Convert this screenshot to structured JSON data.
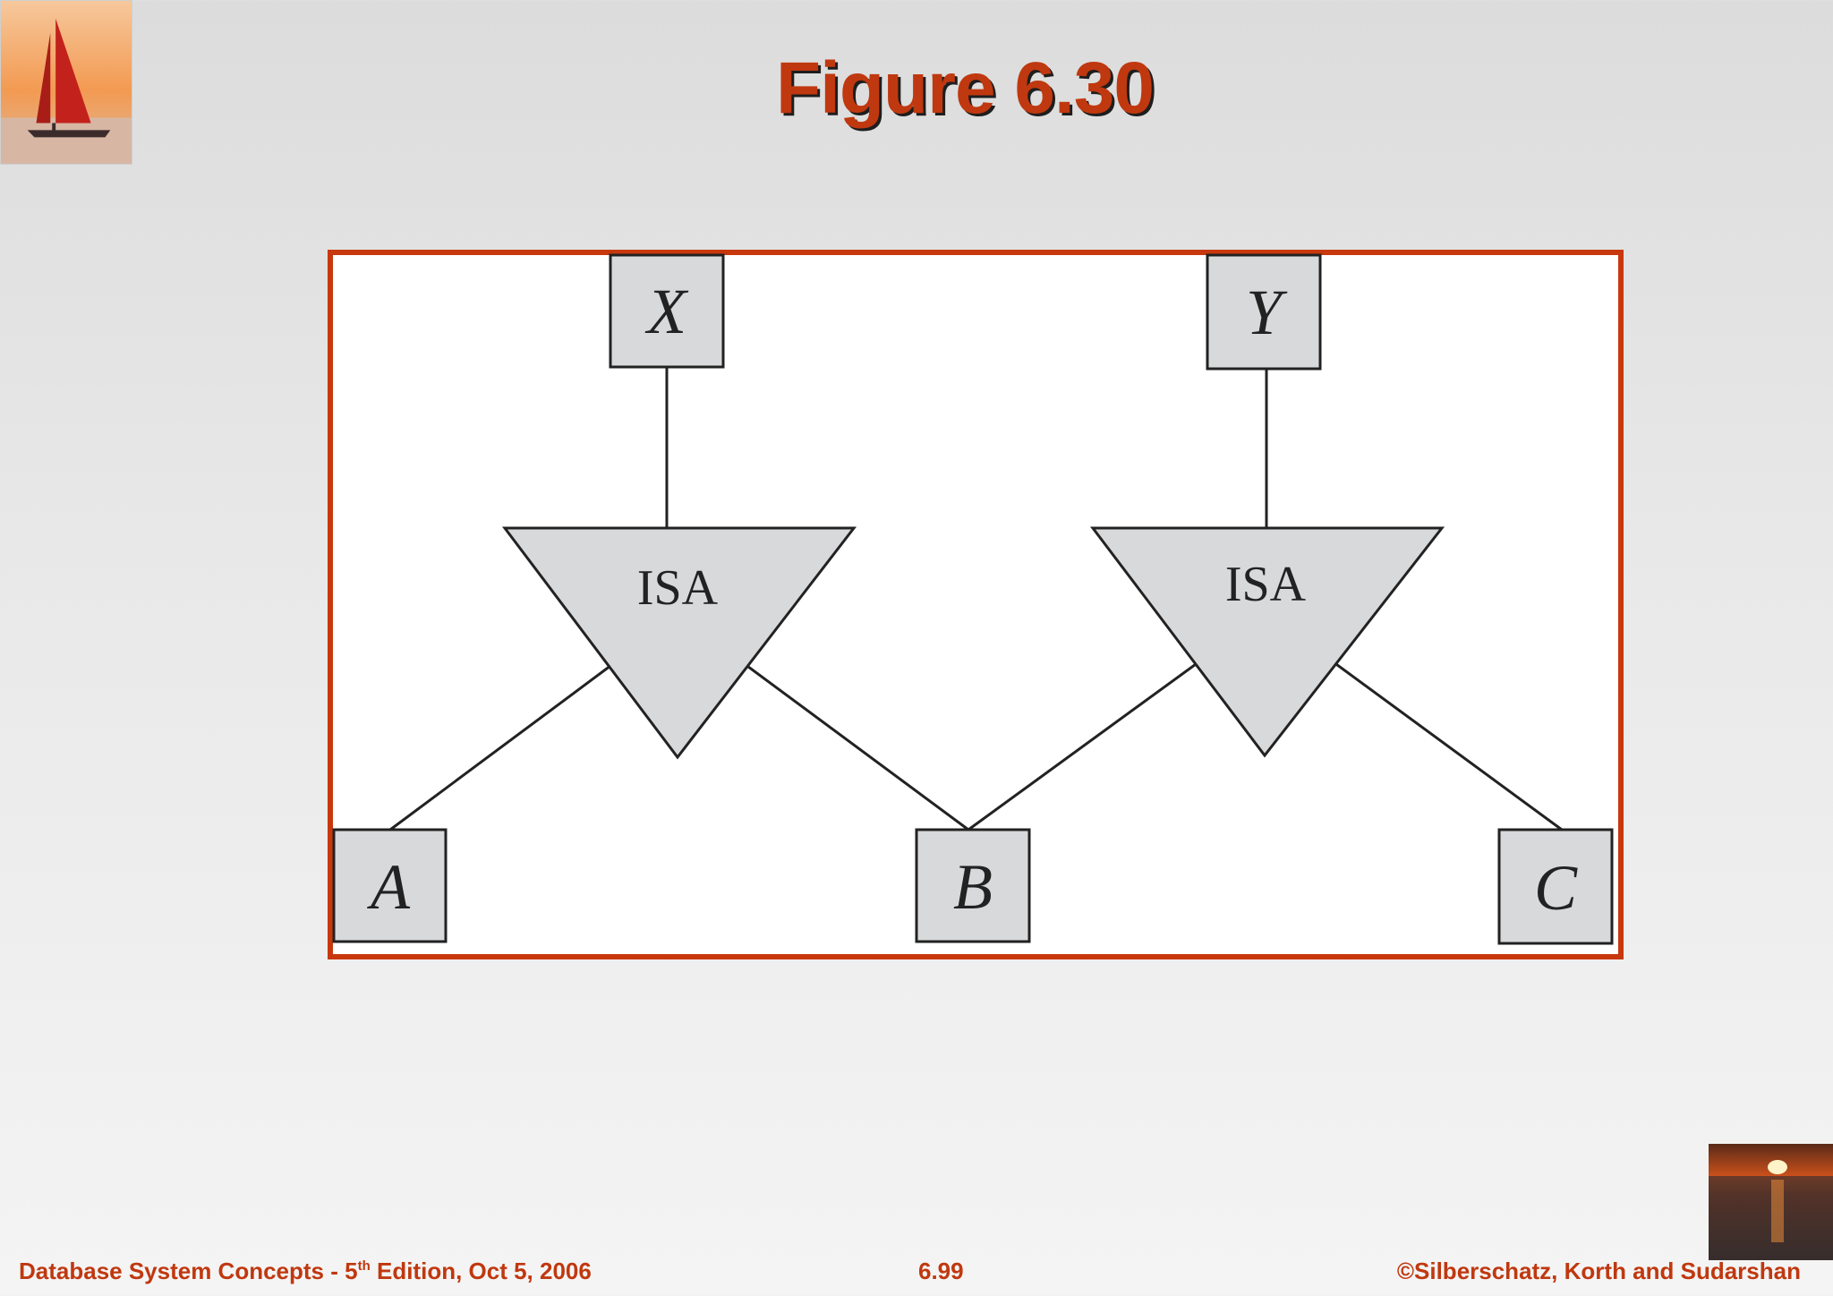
{
  "slide": {
    "title": "Figure 6.30"
  },
  "diagram": {
    "entities": [
      {
        "id": "X",
        "label": "X"
      },
      {
        "id": "Y",
        "label": "Y"
      },
      {
        "id": "A",
        "label": "A"
      },
      {
        "id": "B",
        "label": "B"
      },
      {
        "id": "C",
        "label": "C"
      }
    ],
    "isa_left": {
      "label": "ISA"
    },
    "isa_right": {
      "label": "ISA"
    },
    "relations": [
      {
        "from": "X",
        "to": "isa_left"
      },
      {
        "from": "isa_left",
        "to": "A"
      },
      {
        "from": "isa_left",
        "to": "B"
      },
      {
        "from": "Y",
        "to": "isa_right"
      },
      {
        "from": "isa_right",
        "to": "B"
      },
      {
        "from": "isa_right",
        "to": "C"
      }
    ]
  },
  "footer": {
    "left_prefix": "Database System Concepts - 5",
    "left_sup": "th",
    "left_suffix": " Edition, Oct 5, 2006",
    "page": "6.99",
    "copyright": "©Silberschatz, Korth and Sudarshan"
  },
  "colors": {
    "accent": "#c0380f",
    "frame": "#c8380d",
    "box_fill": "#d8d9db",
    "line": "#222222"
  }
}
